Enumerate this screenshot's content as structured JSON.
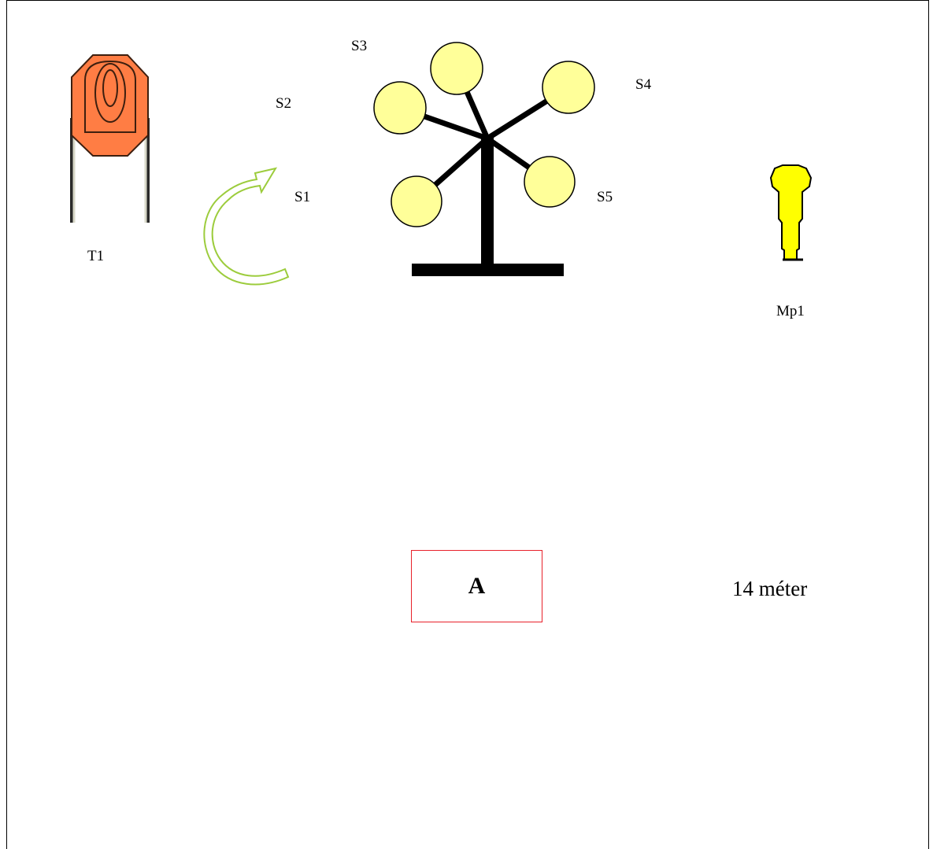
{
  "labels": {
    "t1": "T1",
    "s1": "S1",
    "s2": "S2",
    "s3": "S3",
    "s4": "S4",
    "s5": "S5",
    "mp1": "Mp1"
  },
  "box_a": {
    "label": "A"
  },
  "distance": "14 méter",
  "colors": {
    "target_fill": "#ff7d44",
    "target_outline": "#5c2a10",
    "plate_fill": "#ffff99",
    "popper_fill": "#ffff00",
    "arrow_stroke": "#9ccc3c",
    "box_border": "#e8202a",
    "rack": "#000000"
  }
}
